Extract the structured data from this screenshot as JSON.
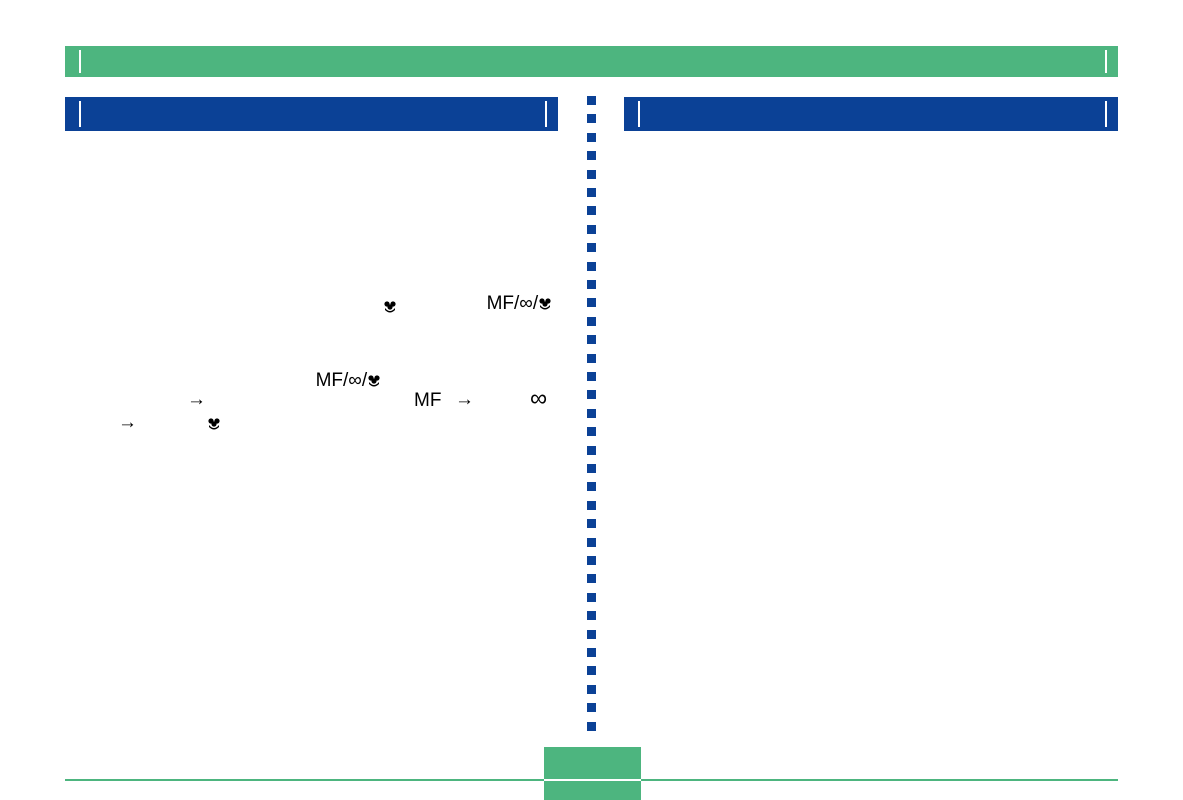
{
  "header": {
    "bar_color": "#4db57f"
  },
  "left_section": {
    "header_color": "#0b4196"
  },
  "right_section": {
    "header_color": "#0b4196"
  },
  "symbols": {
    "mode_button_1": "MF/∞/",
    "mode_button_2": "MF/∞/",
    "mf": "MF",
    "arrow": "→",
    "infinity": "∞",
    "macro_icon": "macro-flower-icon"
  },
  "footer": {
    "page_number": ""
  }
}
